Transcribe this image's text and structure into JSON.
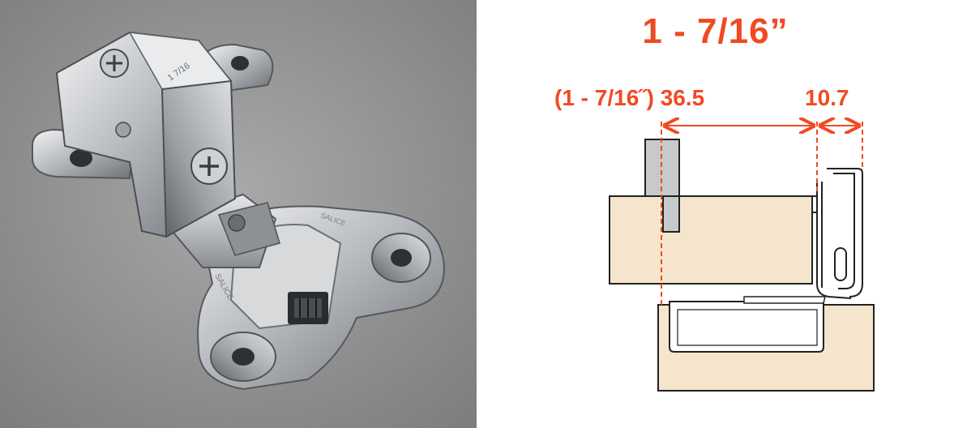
{
  "photo": {
    "hinge_stamp_top": "1 7/16",
    "hinge_stamp_side": "SALICE",
    "hinge_stamp_side_2": "SALICE"
  },
  "diagram": {
    "title": "1 - 7/16”",
    "dimension_left": "(1 - 7/16˝) 36.5",
    "dimension_right": "10.7"
  },
  "colors": {
    "accent": "#f04a23",
    "wood": "#f4e5cc",
    "hinge_gray": "#c8c9cb",
    "outline": "#222222",
    "photo_background": "#8f8f8f",
    "hinge_metal": "#b9bcbf"
  }
}
